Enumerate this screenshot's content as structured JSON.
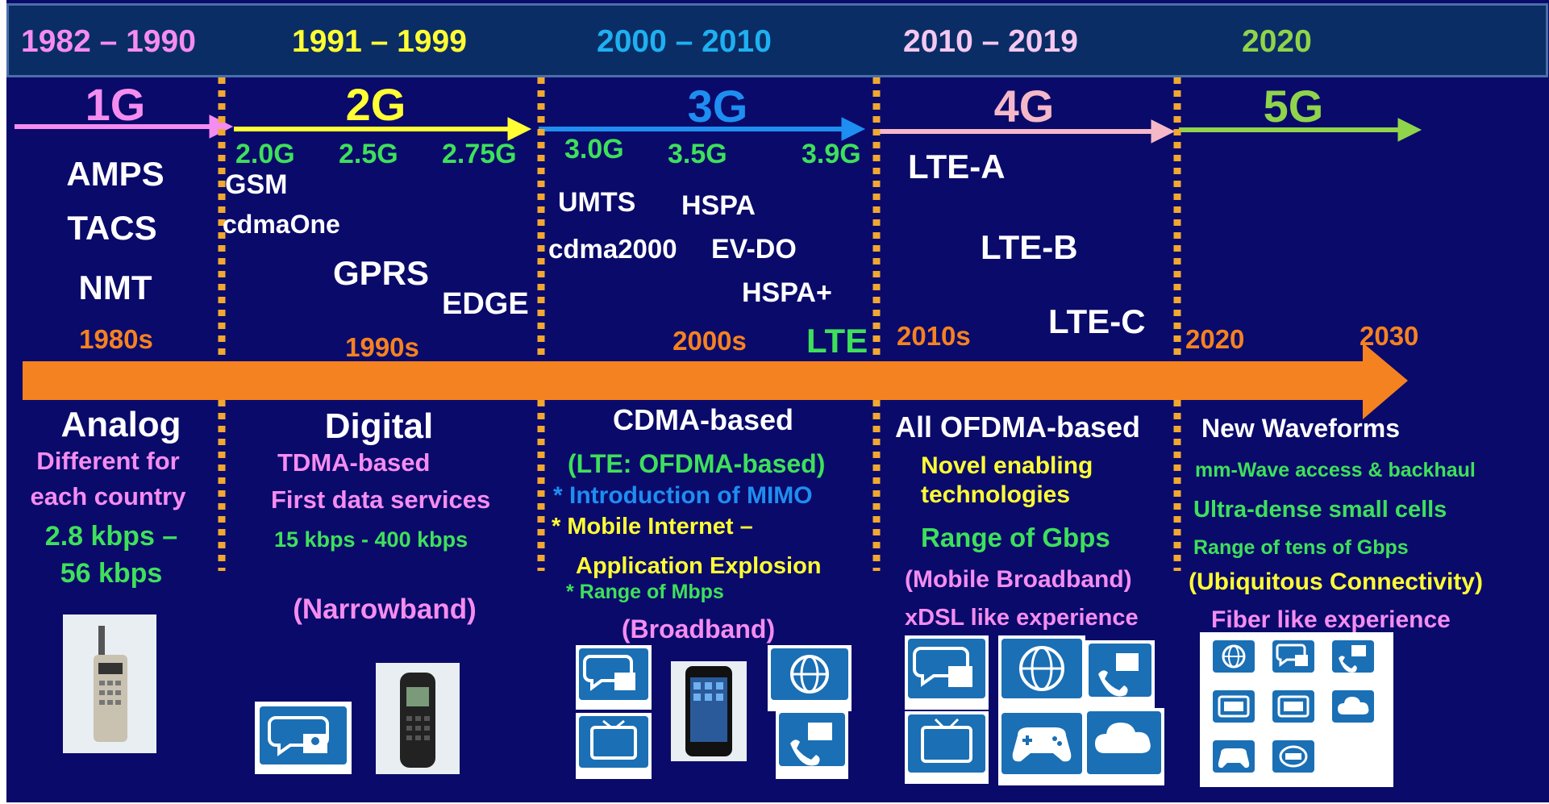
{
  "periods": [
    "1982 – 1990",
    "1991 – 1999",
    "2000 – 2010",
    "2010 – 2019",
    "2020"
  ],
  "generations": {
    "g1": "1G",
    "g2": "2G",
    "g3": "3G",
    "g4": "4G",
    "g5": "5G"
  },
  "subversions": {
    "v20": "2.0G",
    "v25": "2.5G",
    "v275": "2.75G",
    "v30": "3.0G",
    "v35": "3.5G",
    "v39": "3.9G"
  },
  "technologies": {
    "amps": "AMPS",
    "tacs": "TACS",
    "nmt": "NMT",
    "gsm": "GSM",
    "cdmaone": "cdmaOne",
    "gprs": "GPRS",
    "edge": "EDGE",
    "umts": "UMTS",
    "hspa": "HSPA",
    "cdma2000": "cdma2000",
    "evdo": "EV-DO",
    "hspaplus": "HSPA+",
    "lte": "LTE",
    "ltea": "LTE-A",
    "lteb": "LTE-B",
    "ltec": "LTE-C"
  },
  "decades": {
    "d1980": "1980s",
    "d1990": "1990s",
    "d2000": "2000s",
    "d2010": "2010s",
    "d2020": "2020",
    "d2030": "2030"
  },
  "descriptions": {
    "g1": {
      "title": "Analog",
      "l1": "Different for",
      "l2": "each country",
      "rate1": "2.8 kbps –",
      "rate2": "56 kbps"
    },
    "g2": {
      "title": "Digital",
      "l1": "TDMA-based",
      "l2": "First data services",
      "rate": "15 kbps - 400 kbps",
      "band": "(Narrowband)"
    },
    "g3": {
      "title": "CDMA-based",
      "lte": "(LTE: OFDMA-based)",
      "mimo": "* Introduction of MIMO",
      "mobile1": "* Mobile Internet –",
      "mobile2": "Application Explosion",
      "range": "* Range of Mbps",
      "band": "(Broadband)"
    },
    "g4": {
      "title": "All OFDMA-based",
      "novel1": "Novel enabling",
      "novel2": "technologies",
      "range": "Range of Gbps",
      "band": "(Mobile Broadband)",
      "exp": "xDSL like experience"
    },
    "g5": {
      "title": "New Waveforms",
      "l1": "mm-Wave access & backhaul",
      "l2": "Ultra-dense small cells",
      "l3": "Range of tens of Gbps",
      "band": "(Ubiquitous Connectivity)",
      "exp": "Fiber like experience"
    }
  },
  "colors": {
    "background": "#0a0a6b",
    "header": "#0a2d66",
    "timeline": "#f58220",
    "pink": "#f58cf0",
    "yellow": "#ffff33",
    "blue": "#1fb0f0",
    "green": "#3ee05a",
    "orange": "#f58220",
    "white": "#ffffff",
    "divider": "#f0a830"
  }
}
